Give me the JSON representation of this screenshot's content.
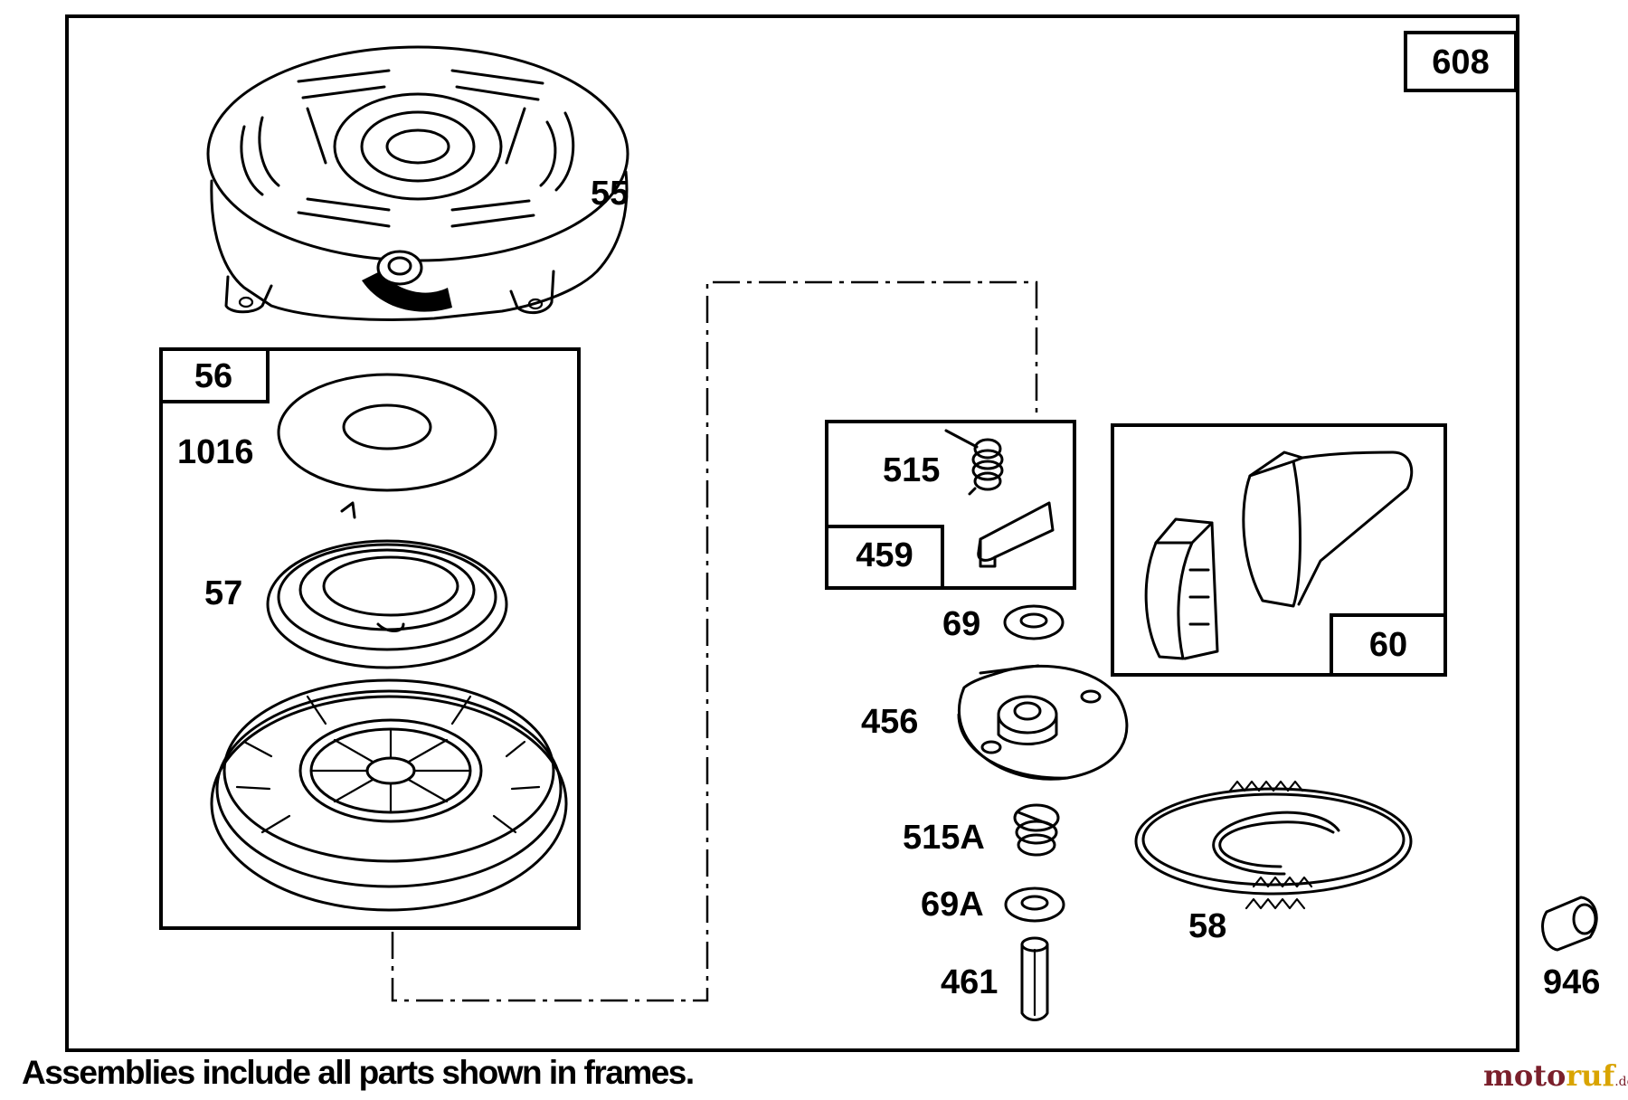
{
  "diagram": {
    "frame_label": "608",
    "caption": "Assemblies include all parts shown in frames.",
    "watermark": {
      "part1": "moto",
      "part2": "ruf",
      "suffix": ".de"
    },
    "parts": {
      "p55": "55",
      "p56": "56",
      "p1016": "1016",
      "p57": "57",
      "p515": "515",
      "p459": "459",
      "p60": "60",
      "p69": "69",
      "p456": "456",
      "p515A": "515A",
      "p69A": "69A",
      "p461": "461",
      "p58": "58",
      "p946": "946"
    }
  }
}
